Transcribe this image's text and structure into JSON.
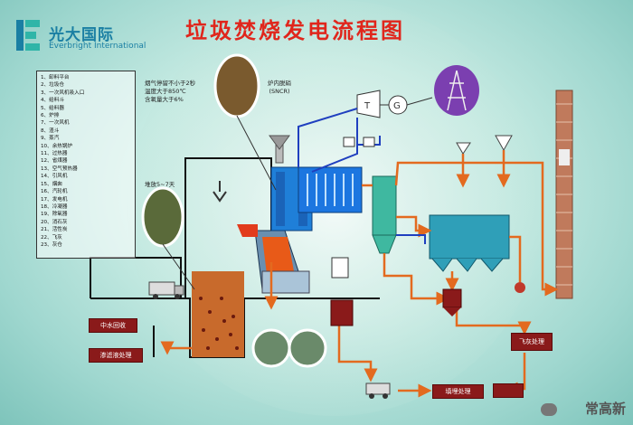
{
  "logo": {
    "cn": "光大国际",
    "en": "Everbright International"
  },
  "title": "垃圾焚烧发电流程图",
  "legend": [
    "1、卸料平台",
    "2、垃圾仓",
    "3、一次风机吸入口",
    "4、给料斗",
    "5、给料器",
    "6、炉排",
    "7、一次风机",
    "8、渣斗",
    "9、蒸汽",
    "10、余热锅炉",
    "11、过热器",
    "12、省煤器",
    "13、空气预热器",
    "14、引风机",
    "15、烟囱",
    "16、汽轮机",
    "17、发电机",
    "18、冷凝器",
    "19、除氧器",
    "20、消石灰",
    "21、活性炭",
    "22、飞灰",
    "23、灰仓"
  ],
  "notes": {
    "furnace": [
      "烟气停留不小于2秒",
      "温度大于850℃",
      "含氧量大于6%"
    ],
    "sncr": [
      "炉内脱硝",
      "(SNCR)"
    ],
    "storage": "堆放5~7天"
  },
  "boxes": {
    "water": "中水回收",
    "leachate": "渗滤液处理",
    "landfill": "填埋处理",
    "ash": "飞灰处理"
  },
  "watermark": "常高新",
  "colors": {
    "title": "#e0261c",
    "pipe": "#e36a1f",
    "steam": "#1f3fbf"
  }
}
